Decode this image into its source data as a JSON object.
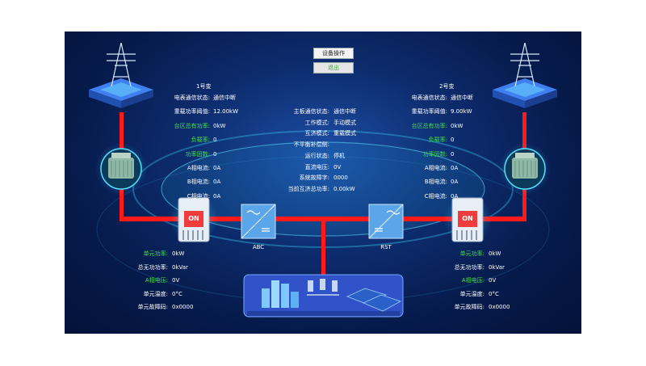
{
  "toolbar": {
    "device_op": "设备操作",
    "exit": "退出"
  },
  "left_transformer": {
    "title": "1号变",
    "rows": [
      {
        "label": "电表通信状态:",
        "value": "通信中断",
        "green": false
      },
      {
        "label": "重载功率阈值:",
        "value": "12.00kW",
        "green": false
      },
      {
        "label": "台区总有功率:",
        "value": "0kW",
        "green": true
      },
      {
        "label": "负载率:",
        "value": "0",
        "green": true
      },
      {
        "label": "功率因数:",
        "value": "0",
        "green": true
      },
      {
        "label": "A相电流:",
        "value": "0A",
        "green": false
      },
      {
        "label": "B相电流:",
        "value": "0A",
        "green": false
      },
      {
        "label": "C相电流:",
        "value": "0A",
        "green": false
      }
    ]
  },
  "right_transformer": {
    "title": "2号变",
    "rows": [
      {
        "label": "电表通信状态:",
        "value": "通信中断",
        "green": false
      },
      {
        "label": "重载功率阈值:",
        "value": "9.00kW",
        "green": false
      },
      {
        "label": "台区总有功率:",
        "value": "0kW",
        "green": true
      },
      {
        "label": "负载率:",
        "value": "0",
        "green": true
      },
      {
        "label": "功率因数:",
        "value": "0",
        "green": true
      },
      {
        "label": "A相电流:",
        "value": "0A",
        "green": false
      },
      {
        "label": "B相电流:",
        "value": "0A",
        "green": false
      },
      {
        "label": "C相电流:",
        "value": "0A",
        "green": false
      }
    ]
  },
  "center_status": {
    "rows": [
      {
        "label": "主板通信状态:",
        "value": "通信中断"
      },
      {
        "label": "工作模式:",
        "value": "手动模式"
      },
      {
        "label": "互济模式:",
        "value": "重载模式"
      },
      {
        "label": "不平衡补偿侧:",
        "value": ""
      },
      {
        "label": "运行状态:",
        "value": "停机"
      },
      {
        "label": "直流电压:",
        "value": "0V"
      },
      {
        "label": "系统故障字:",
        "value": "0000"
      },
      {
        "label": "当前互济总功率:",
        "value": "0.00kW"
      }
    ]
  },
  "left_unit": {
    "rows": [
      {
        "label": "单元功率:",
        "value": "0kW",
        "green": true
      },
      {
        "label": "总无功功率:",
        "value": "0kVar",
        "green": false
      },
      {
        "label": "A相电压:",
        "value": "0V",
        "green": true
      },
      {
        "label": "单元温度:",
        "value": "0°C",
        "green": false
      },
      {
        "label": "单元故障码:",
        "value": "0x0000",
        "green": false
      }
    ]
  },
  "right_unit": {
    "rows": [
      {
        "label": "单元功率:",
        "value": "0kW",
        "green": true
      },
      {
        "label": "总无功功率:",
        "value": "0kVar",
        "green": false
      },
      {
        "label": "A相电压:",
        "value": "0V",
        "green": true
      },
      {
        "label": "单元温度:",
        "value": "0°C",
        "green": false
      },
      {
        "label": "单元故障码:",
        "value": "0x0000",
        "green": false
      }
    ]
  },
  "switches": {
    "left": "ON",
    "right": "ON"
  },
  "converters": {
    "left": "ABC",
    "right": "RST"
  },
  "colors": {
    "line": "#ff1a1a",
    "green_label": "#3fe048",
    "switch_red": "#f03c3c",
    "converter": "#5aa6e8"
  }
}
